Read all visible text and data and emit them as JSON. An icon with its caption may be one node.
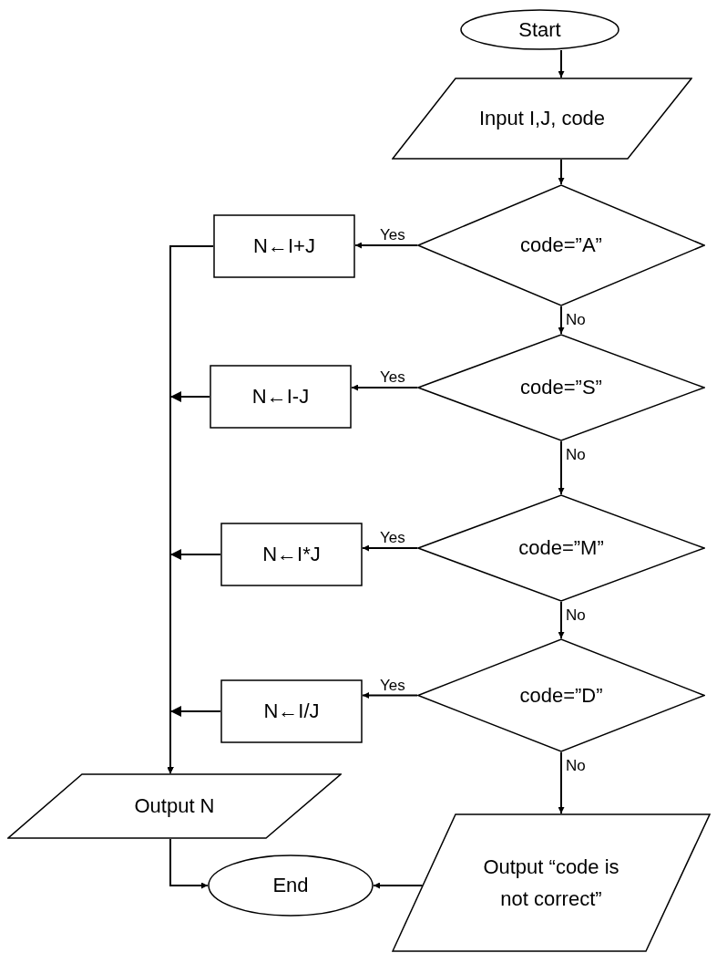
{
  "diagram": {
    "nodes": [
      {
        "text": [
          "Start"
        ]
      },
      {
        "text": [
          "Input I,J, code"
        ]
      },
      {
        "text": [
          "code=”A”"
        ]
      },
      {
        "text": [
          "code=”S”"
        ]
      },
      {
        "text": [
          "code=”M”"
        ]
      },
      {
        "text": [
          "code=”D”"
        ]
      },
      {
        "text": [
          "N←I+J"
        ]
      },
      {
        "text": [
          "N←I-J"
        ]
      },
      {
        "text": [
          "N←I*J"
        ]
      },
      {
        "text": [
          "N←I/J"
        ]
      },
      {
        "text": [
          "Output N"
        ]
      },
      {
        "text": [
          "End"
        ]
      },
      {
        "text": [
          "Output “code is not correct”"
        ]
      }
    ],
    "edges": [
      {
        "from": 0,
        "to": 1,
        "arrow": "to"
      },
      {
        "from": 1,
        "to": 2,
        "arrow": "to"
      },
      {
        "from": 2,
        "to": 6,
        "arrow": "to",
        "label": "Yes"
      },
      {
        "from": 2,
        "to": 3,
        "arrow": "to",
        "label": "No"
      },
      {
        "from": 3,
        "to": 7,
        "arrow": "to",
        "label": "Yes"
      },
      {
        "from": 3,
        "to": 4,
        "arrow": "to",
        "label": "No"
      },
      {
        "from": 4,
        "to": 8,
        "arrow": "to",
        "label": "Yes"
      },
      {
        "from": 4,
        "to": 5,
        "arrow": "to",
        "label": "No"
      },
      {
        "from": 5,
        "to": 9,
        "arrow": "to",
        "label": "Yes"
      },
      {
        "from": 5,
        "to": 12,
        "arrow": "to",
        "label": "No"
      },
      {
        "from": 6,
        "to": 10,
        "arrow": "to"
      },
      {
        "from": 7,
        "to": 10,
        "arrow": "to"
      },
      {
        "from": 8,
        "to": 10,
        "arrow": "to"
      },
      {
        "from": 9,
        "to": 10,
        "arrow": "to"
      },
      {
        "from": 10,
        "to": 11,
        "arrow": "to"
      },
      {
        "from": 12,
        "to": 11,
        "arrow": "to"
      }
    ]
  }
}
